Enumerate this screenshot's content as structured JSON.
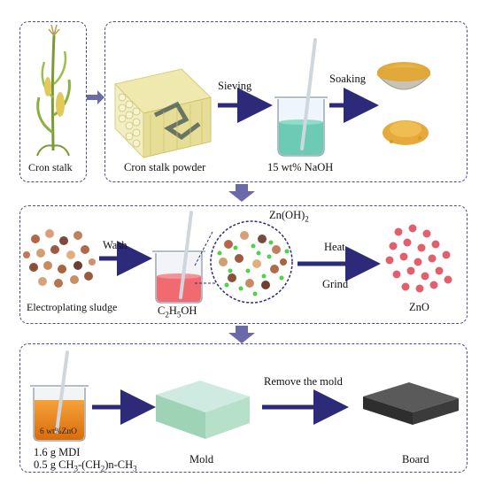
{
  "row1": {
    "corn_label": "Cron stalk",
    "powder_label": "Cron stalk powder",
    "sieving_label": "Sieving",
    "naoh_label": "15 wt% NaOH",
    "soaking_label": "Soaking"
  },
  "row2": {
    "sludge_label": "Electroplating sludge",
    "wash_label": "Wash",
    "ethanol_prefix": "C",
    "ethanol_sub1": "2",
    "ethanol_mid": "H",
    "ethanol_sub2": "5",
    "ethanol_suffix": "OH",
    "znoh_prefix": "Zn(OH)",
    "znoh_sub": "2",
    "heat_label": "Heat",
    "grind_label": "Grind",
    "zno_label": "ZnO"
  },
  "row3": {
    "beaker_text": "6 wt%ZnO",
    "mdi_label": "1.6 g MDI",
    "paraffin_prefix": "0.5 g CH",
    "paraffin_sub1": "3",
    "paraffin_mid": "-(CH",
    "paraffin_sub2": "2",
    "paraffin_suffix": ")n-CH",
    "paraffin_sub3": "3",
    "mold_label": "Mold",
    "remove_label": "Remove the mold",
    "board_label": "Board"
  },
  "colors": {
    "arrow": "#2e2a7a",
    "flow_arrow": "#6a6aa8",
    "dashed_border": "#4a4a8c",
    "naoh_liquid": "#6dcbb5",
    "ethanol_liquid": "#f06a70",
    "zno_beaker": "#f08a18",
    "mold_top": "#bfe3cf",
    "board": "#3b3b3b",
    "zno_particle": "#e0606e"
  }
}
